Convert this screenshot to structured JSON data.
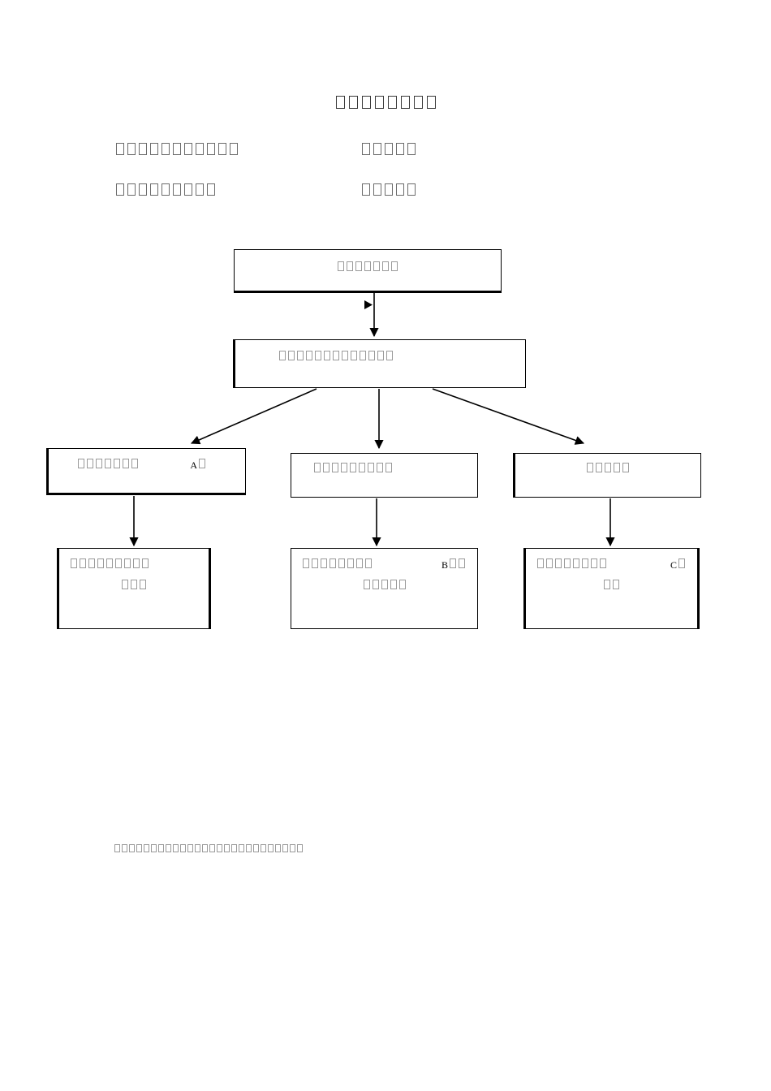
{
  "document": {
    "title_glyphs": 8,
    "title_note": "CJK title rendered as missing-glyph boxes",
    "meta": {
      "dept_label_glyphs": 11,
      "signature_label_glyphs": 5,
      "date_label_glyphs": 9,
      "review_label_glyphs": 5
    },
    "footer_note_glyphs": 26
  },
  "flowchart": {
    "type": "diagram",
    "orientation": "top-down",
    "nodes": [
      {
        "id": "node-top",
        "name": "start-node",
        "lines": [
          {
            "segments": [
              {
                "kind": "tofu",
                "count": 7
              }
            ],
            "align": "center"
          }
        ]
      },
      {
        "id": "node-scope",
        "name": "scope-node",
        "lines": [
          {
            "segments": [
              {
                "kind": "tofu",
                "count": 13
              }
            ],
            "align": "left"
          }
        ]
      },
      {
        "id": "node-a",
        "name": "branch-a-node",
        "lines": [
          {
            "segments": [
              {
                "kind": "tofu",
                "count": 7
              },
              {
                "kind": "latin",
                "text": "A"
              },
              {
                "kind": "tofu",
                "count": 1
              }
            ],
            "align": "justified"
          }
        ]
      },
      {
        "id": "node-b",
        "name": "branch-b-node",
        "lines": [
          {
            "segments": [
              {
                "kind": "tofu",
                "count": 9
              }
            ],
            "align": "left"
          }
        ]
      },
      {
        "id": "node-c",
        "name": "branch-c-node",
        "lines": [
          {
            "segments": [
              {
                "kind": "tofu",
                "count": 5
              }
            ],
            "align": "center"
          }
        ]
      },
      {
        "id": "node-a2",
        "name": "outcome-a-node",
        "lines": [
          {
            "segments": [
              {
                "kind": "tofu",
                "count": 6
              },
              {
                "kind": "tofu",
                "count": 3
              }
            ],
            "align": "justified"
          },
          {
            "segments": [
              {
                "kind": "tofu",
                "count": 3
              }
            ],
            "align": "center"
          }
        ]
      },
      {
        "id": "node-b2",
        "name": "outcome-b-node",
        "lines": [
          {
            "segments": [
              {
                "kind": "tofu",
                "count": 8
              },
              {
                "kind": "latin",
                "text": "B"
              },
              {
                "kind": "tofu",
                "count": 2
              }
            ],
            "align": "justified"
          },
          {
            "segments": [
              {
                "kind": "tofu",
                "count": 5
              }
            ],
            "align": "center"
          }
        ]
      },
      {
        "id": "node-c2",
        "name": "outcome-c-node",
        "lines": [
          {
            "segments": [
              {
                "kind": "tofu",
                "count": 8
              },
              {
                "kind": "latin",
                "text": "C"
              },
              {
                "kind": "tofu",
                "count": 1
              }
            ],
            "align": "justified"
          },
          {
            "segments": [
              {
                "kind": "tofu",
                "count": 2
              }
            ],
            "align": "center"
          }
        ]
      }
    ],
    "edges": [
      {
        "from": "node-top",
        "to": "node-scope",
        "style": "vertical-arrow"
      },
      {
        "from": "node-scope",
        "to": "node-a",
        "style": "diagonal-left-arrow"
      },
      {
        "from": "node-scope",
        "to": "node-b",
        "style": "vertical-arrow"
      },
      {
        "from": "node-scope",
        "to": "node-c",
        "style": "diagonal-right-arrow"
      },
      {
        "from": "node-a",
        "to": "node-a2",
        "style": "vertical-arrow"
      },
      {
        "from": "node-b",
        "to": "node-b2",
        "style": "vertical-arrow"
      },
      {
        "from": "node-c",
        "to": "node-c2",
        "style": "vertical-arrow"
      }
    ],
    "colors": {
      "stroke": "#000000",
      "fill": "#ffffff",
      "glyph_box": "#9a9a9a"
    }
  }
}
